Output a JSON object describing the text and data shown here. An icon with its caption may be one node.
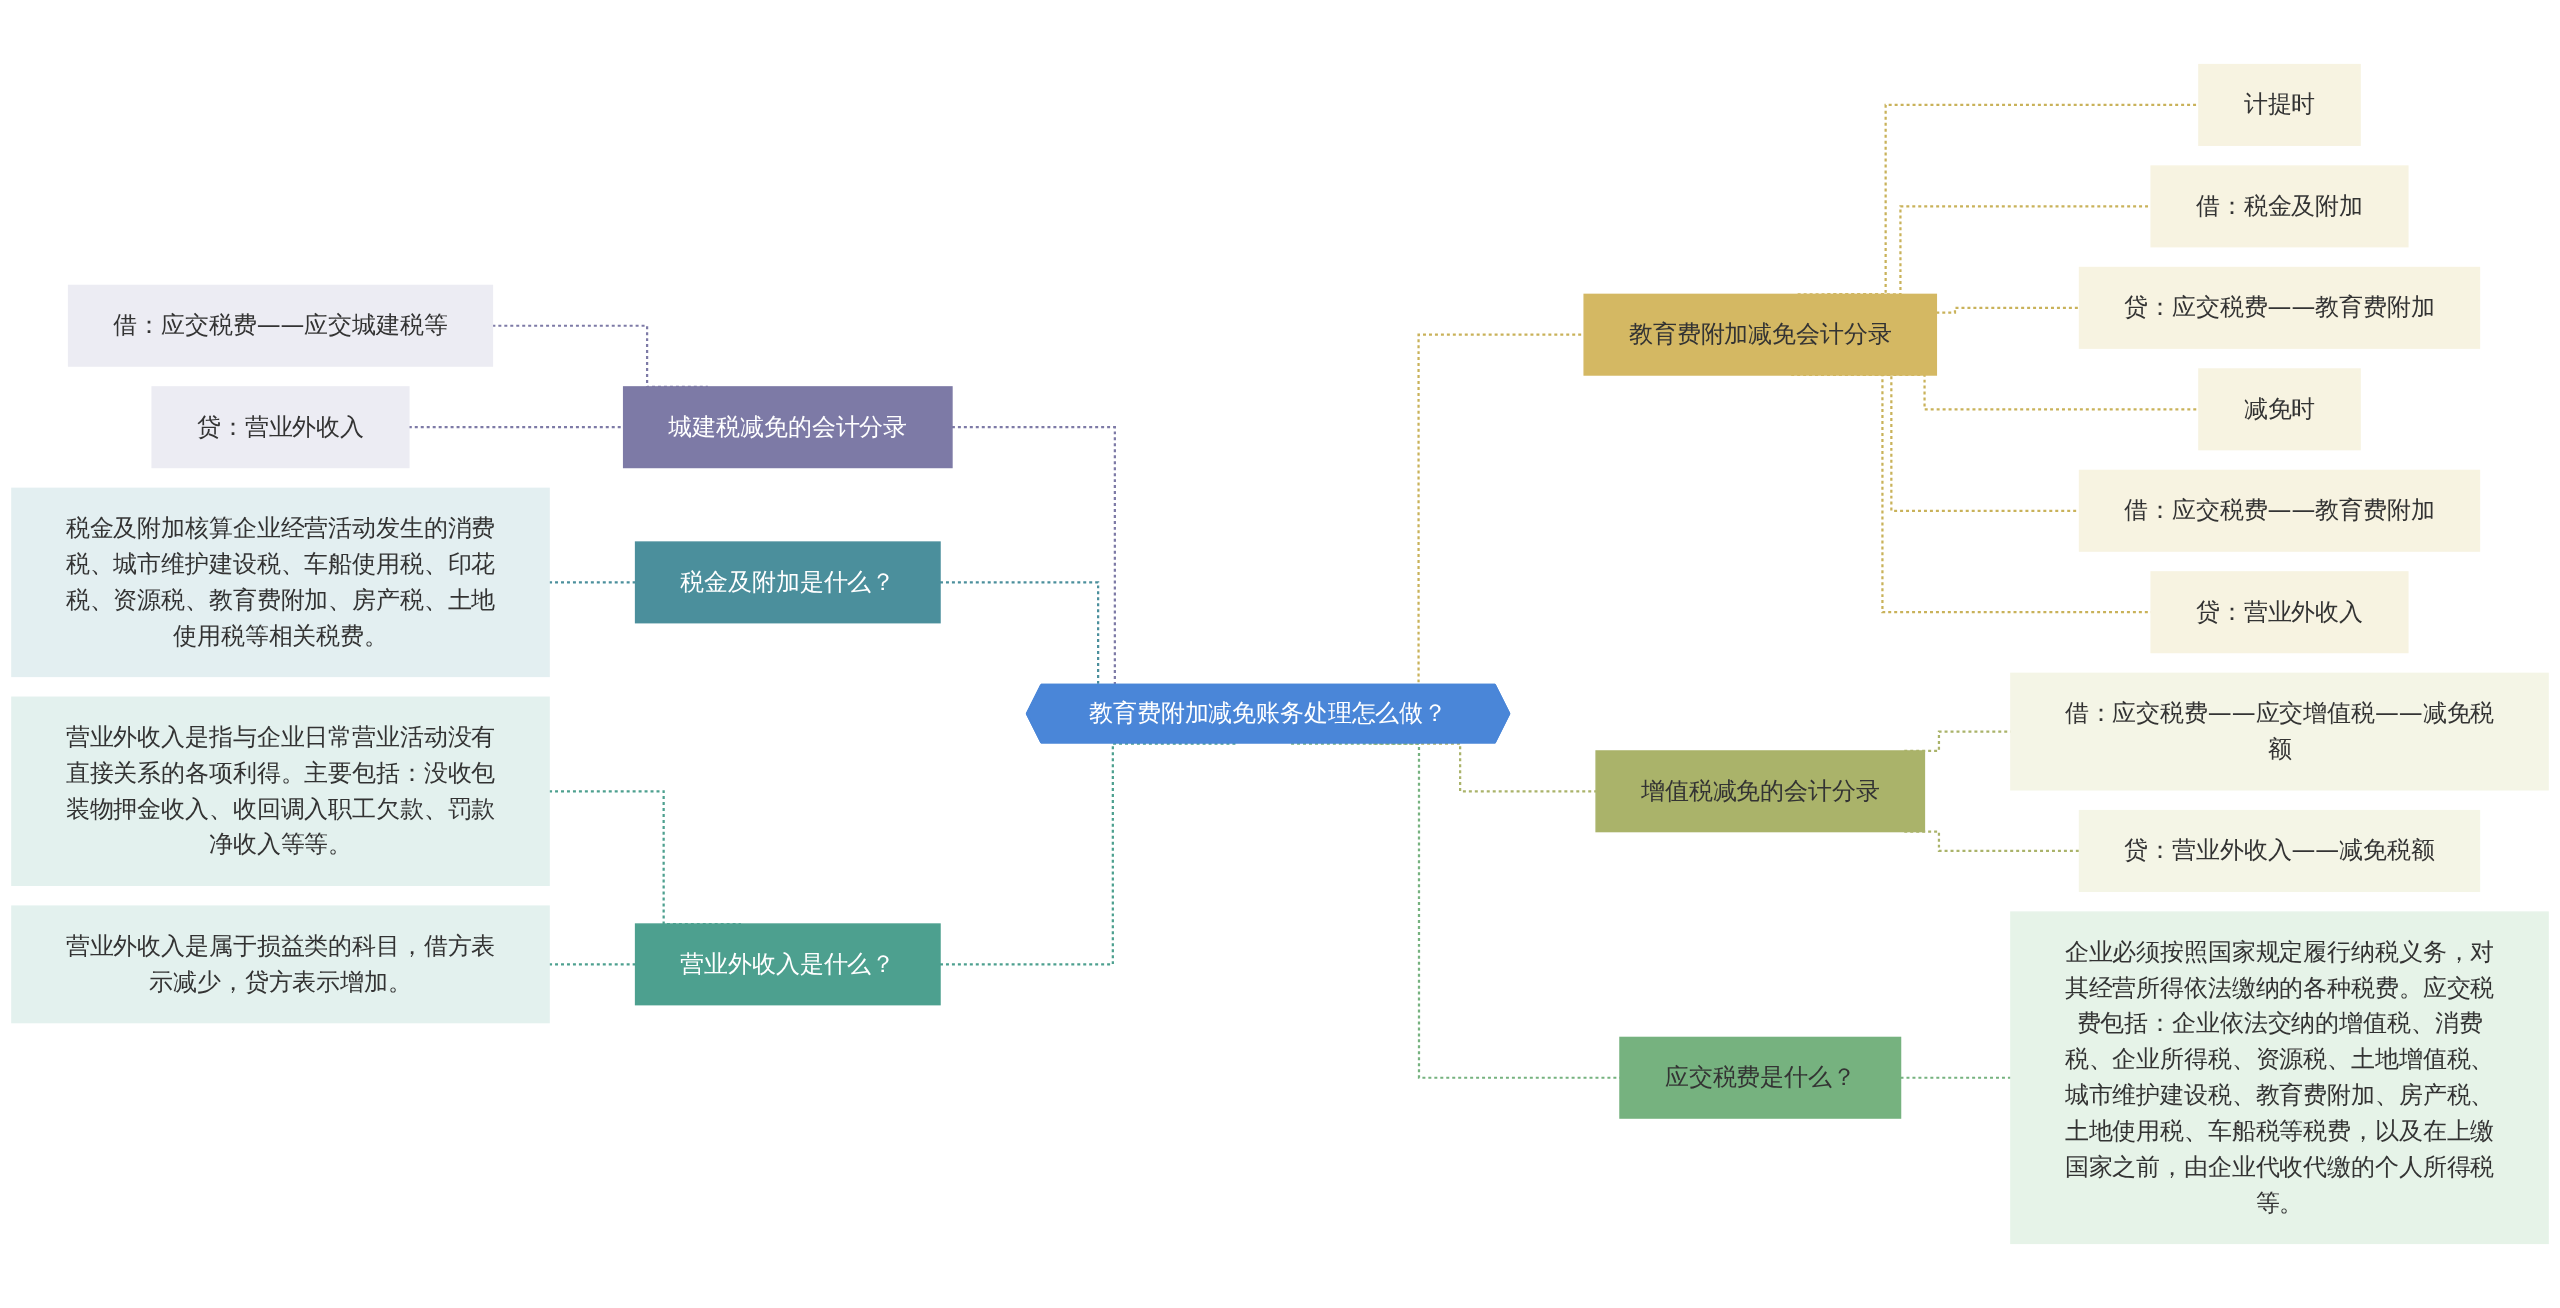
{
  "diagram": {
    "nodes": [
      {
        "text": [
          "教育费附加减免账务处理怎么做？"
        ]
      },
      {
        "text": [
          "城建税减免的会计分录"
        ]
      },
      {
        "text": [
          "借：应交税费——应交城建税等"
        ]
      },
      {
        "text": [
          "贷：营业外收入"
        ]
      },
      {
        "text": [
          "税金及附加是什么？"
        ]
      },
      {
        "text": [
          "税金及附加核算企业经营活动发生的消费税、城市维护建设税、车船使用税、印花税、资源税、教育费附加、房产税、土地使用税等相关税费。"
        ]
      },
      {
        "text": [
          "营业外收入是什么？"
        ]
      },
      {
        "text": [
          "营业外收入是指与企业日常营业活动没有直接关系的各项利得。主要包括：没收包装物押金收入、收回调入职工欠款、罚款净收入等等。"
        ]
      },
      {
        "text": [
          "营业外收入是属于损益类的科目，借方表示减少，贷方表示增加。"
        ]
      },
      {
        "text": [
          "教育费附加减免会计分录"
        ]
      },
      {
        "text": [
          "计提时"
        ]
      },
      {
        "text": [
          "借：税金及附加"
        ]
      },
      {
        "text": [
          "贷：应交税费——教育费附加"
        ]
      },
      {
        "text": [
          "减免时"
        ]
      },
      {
        "text": [
          "借：应交税费——教育费附加"
        ]
      },
      {
        "text": [
          "贷：营业外收入"
        ]
      },
      {
        "text": [
          "增值税减免的会计分录"
        ]
      },
      {
        "text": [
          "借：应交税费——应交增值税——减免税额"
        ]
      },
      {
        "text": [
          "贷：营业外收入——减免税额"
        ]
      },
      {
        "text": [
          "应交税费是什么？"
        ]
      },
      {
        "text": [
          "企业必须按照国家规定履行纳税义务，对其经营所得依法缴纳的各种税费。应交税费包括：企业依法交纳的增值税、消费税、企业所得税、资源税、土地增值税、城市维护建设税、教育费附加、房产税、土地使用税、车船税等税费，以及在上缴国家之前，由企业代收代缴的个人所得税等。"
        ]
      }
    ],
    "edges": [
      {
        "from": 2,
        "to": 1,
        "arrow": "none",
        "style": "dashed",
        "color": "#7d7aa6"
      },
      {
        "from": 3,
        "to": 1,
        "arrow": "none",
        "style": "dashed",
        "color": "#7d7aa6"
      },
      {
        "from": 1,
        "to": 0,
        "arrow": "none",
        "style": "dashed",
        "color": "#7d7aa6"
      },
      {
        "from": 5,
        "to": 4,
        "arrow": "none",
        "style": "dashed",
        "color": "#4b8f9c"
      },
      {
        "from": 4,
        "to": 0,
        "arrow": "none",
        "style": "dashed",
        "color": "#4b8f9c"
      },
      {
        "from": 7,
        "to": 6,
        "arrow": "none",
        "style": "dashed",
        "color": "#4da08f"
      },
      {
        "from": 8,
        "to": 6,
        "arrow": "none",
        "style": "dashed",
        "color": "#4da08f"
      },
      {
        "from": 6,
        "to": 0,
        "arrow": "none",
        "style": "dashed",
        "color": "#4da08f"
      },
      {
        "from": 0,
        "to": 9,
        "arrow": "none",
        "style": "dashed",
        "color": "#c9b25a"
      },
      {
        "from": 9,
        "to": 10,
        "arrow": "none",
        "style": "dashed",
        "color": "#c9b25a"
      },
      {
        "from": 9,
        "to": 11,
        "arrow": "none",
        "style": "dashed",
        "color": "#c9b25a"
      },
      {
        "from": 9,
        "to": 12,
        "arrow": "none",
        "style": "dashed",
        "color": "#c9b25a"
      },
      {
        "from": 9,
        "to": 13,
        "arrow": "none",
        "style": "dashed",
        "color": "#c9b25a"
      },
      {
        "from": 9,
        "to": 14,
        "arrow": "none",
        "style": "dashed",
        "color": "#c9b25a"
      },
      {
        "from": 9,
        "to": 15,
        "arrow": "none",
        "style": "dashed",
        "color": "#c9b25a"
      },
      {
        "from": 0,
        "to": 16,
        "arrow": "none",
        "style": "dashed",
        "color": "#aab36a"
      },
      {
        "from": 16,
        "to": 17,
        "arrow": "none",
        "style": "dashed",
        "color": "#aab36a"
      },
      {
        "from": 16,
        "to": 18,
        "arrow": "none",
        "style": "dashed",
        "color": "#aab36a"
      },
      {
        "from": 0,
        "to": 19,
        "arrow": "none",
        "style": "dashed",
        "color": "#76b27f"
      },
      {
        "from": 19,
        "to": 20,
        "arrow": "none",
        "style": "dashed",
        "color": "#76b27f"
      }
    ]
  }
}
